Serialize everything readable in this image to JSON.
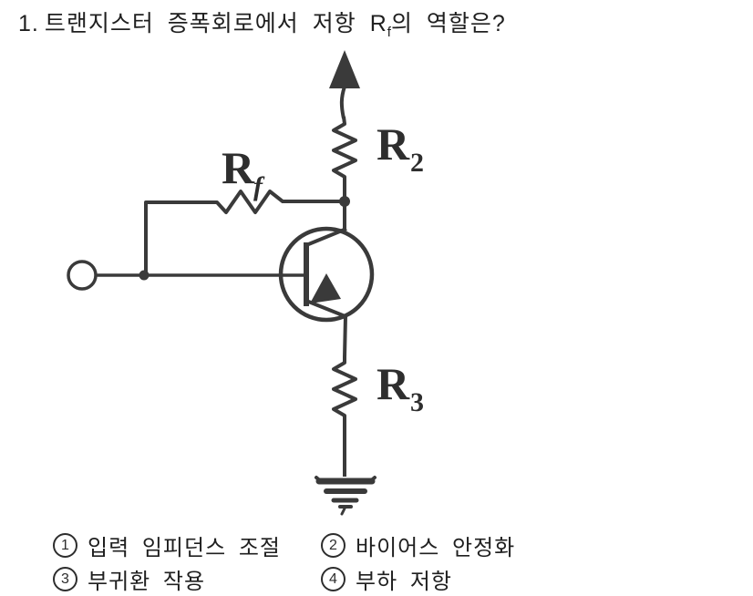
{
  "question": {
    "number": "1.",
    "text_pre": "트랜지스터 증폭회로에서 저항 R",
    "r_subscript": "f",
    "text_post": "의 역할은?"
  },
  "circuit": {
    "resistors": {
      "r2": {
        "base": "R",
        "sub": "2"
      },
      "rf": {
        "base": "R",
        "sub": "f"
      },
      "r3": {
        "base": "R",
        "sub": "3"
      }
    },
    "symbols": [
      "power-supply-up-arrow",
      "feedback-resistor",
      "npn-transistor",
      "input-terminal",
      "earth-ground"
    ]
  },
  "options": [
    {
      "num": "1",
      "label": "입력 임피던스 조절"
    },
    {
      "num": "2",
      "label": "바이어스 안정화"
    },
    {
      "num": "3",
      "label": "부귀환 작용"
    },
    {
      "num": "4",
      "label": "부하 저항"
    }
  ],
  "colors": {
    "ink": "#3a3a3a",
    "label_ink": "#2e2e2e",
    "text_ink": "#1f1f1f",
    "paper": "#ffffff"
  }
}
